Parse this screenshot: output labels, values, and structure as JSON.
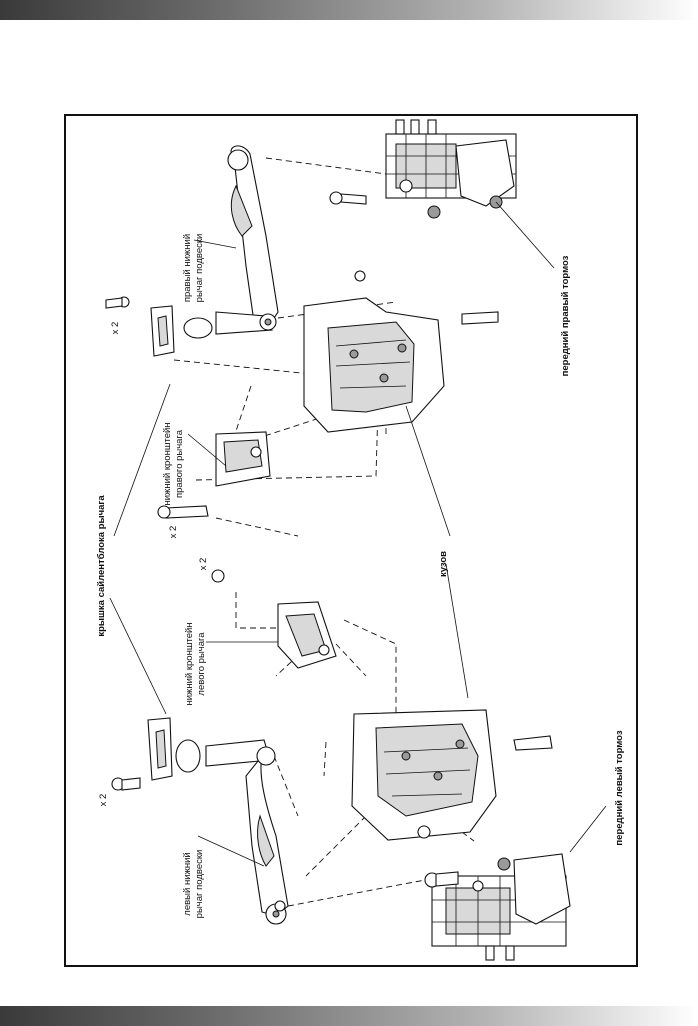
{
  "labels": {
    "right_lower_arm": [
      "правый нижний",
      "рычаг подвески"
    ],
    "front_right_brake": "передний правый тормоз",
    "right_lower_bracket": [
      "нижний кронштейн",
      "правого рычага"
    ],
    "silentblock_cover": "крышка сайлентблока рычага",
    "body": "кузов",
    "left_lower_bracket": [
      "нижний кронштейн",
      "левого рычага"
    ],
    "front_left_brake": "передний левый тормоз",
    "left_lower_arm": [
      "левый нижний",
      "рычаг подвески"
    ],
    "qty_x2": "x 2"
  }
}
